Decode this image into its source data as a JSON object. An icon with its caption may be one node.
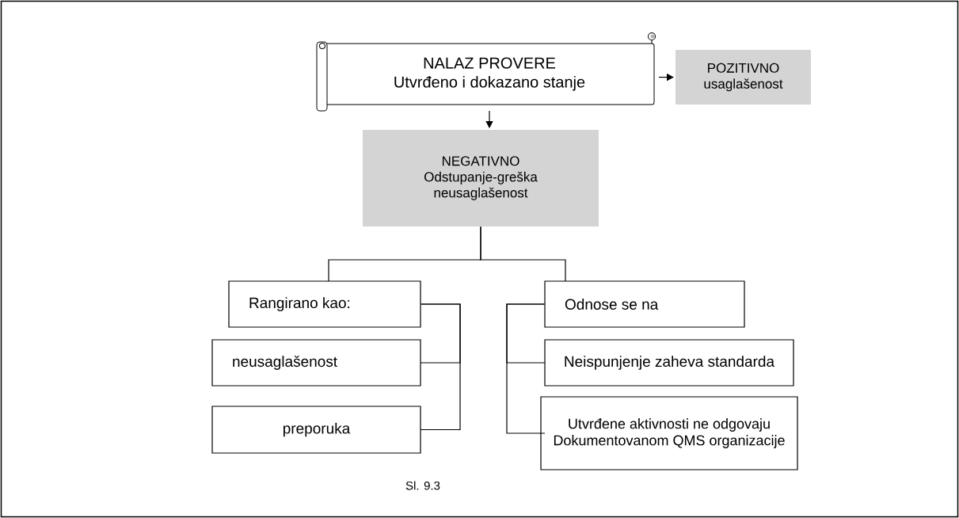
{
  "diagram": {
    "caption": "Sl. 9.3",
    "nodes": [
      {
        "text": [
          "NALAZ PROVERE",
          "Utvrđeno i dokazano stanje"
        ]
      },
      {
        "text": [
          "POZITIVNO",
          "usaglašenost"
        ]
      },
      {
        "text": [
          "NEGATIVNO",
          "Odstupanje-greška neusaglašenost"
        ]
      },
      {
        "text": [
          "Rangirano kao:"
        ]
      },
      {
        "text": [
          "neusaglašenost"
        ]
      },
      {
        "text": [
          "preporuka"
        ]
      },
      {
        "text": [
          "Odnose se na"
        ]
      },
      {
        "text": [
          "Neispunjenje zaheva standarda"
        ]
      },
      {
        "text": [
          "Utvrđene aktivnosti ne odgovaju Dokumentovanom QMS organizacije"
        ]
      }
    ],
    "edges": [
      {
        "from": 0,
        "to": 1,
        "arrow": "to"
      },
      {
        "from": 0,
        "to": 2,
        "arrow": "to"
      },
      {
        "from": 2,
        "to": 3,
        "arrow": "none"
      },
      {
        "from": 2,
        "to": 6,
        "arrow": "none"
      },
      {
        "from": 3,
        "to": 4,
        "arrow": "none"
      },
      {
        "from": 3,
        "to": 5,
        "arrow": "none"
      },
      {
        "from": 6,
        "to": 7,
        "arrow": "none"
      },
      {
        "from": 6,
        "to": 8,
        "arrow": "none"
      }
    ]
  }
}
